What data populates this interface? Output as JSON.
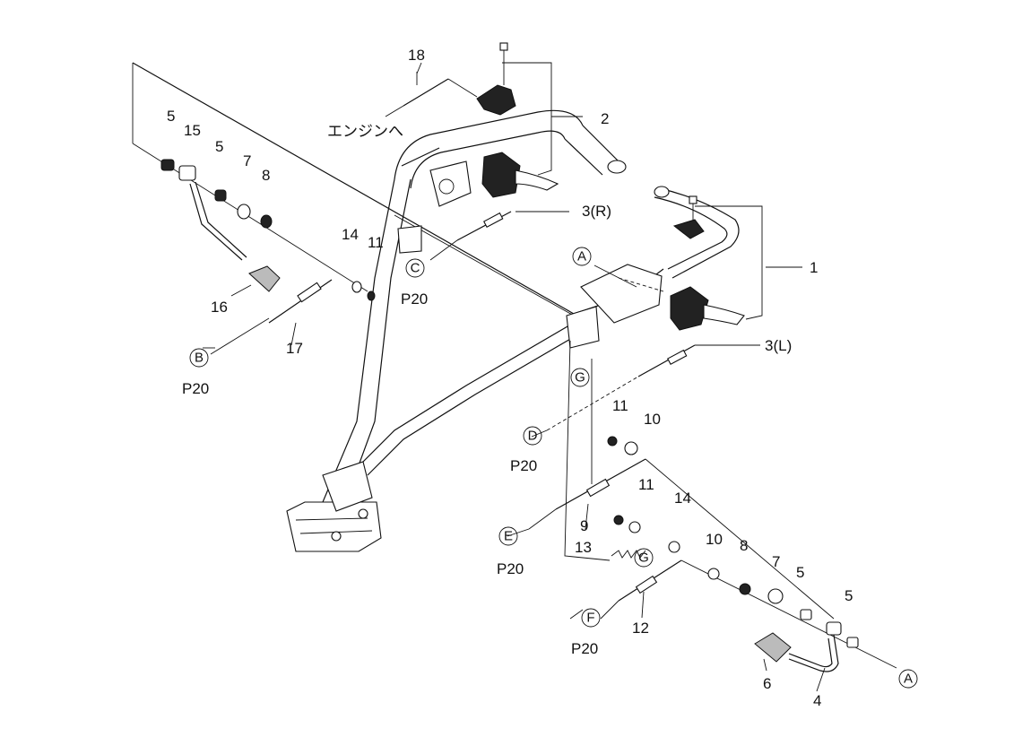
{
  "engine_label": "エンジンへ",
  "callouts": {
    "c1": "1",
    "c2": "2",
    "c3R": "3(R)",
    "c3L": "3(L)",
    "c4": "4",
    "c5a": "5",
    "c5b": "5",
    "c5c": "5",
    "c5d": "5",
    "c6": "6",
    "c7a": "7",
    "c7b": "7",
    "c8a": "8",
    "c8b": "8",
    "c9": "9",
    "c10a": "10",
    "c10b": "10",
    "c11a": "11",
    "c11b": "11",
    "c11c": "11",
    "c12": "12",
    "c13": "13",
    "c14a": "14",
    "c14b": "14",
    "c15": "15",
    "c16": "16",
    "c17": "17",
    "c18": "18"
  },
  "refs": {
    "A1": "A",
    "A2": "A",
    "B": "B",
    "C": "C",
    "D": "D",
    "E": "E",
    "F": "F",
    "G1": "G",
    "G2": "G"
  },
  "pages": {
    "pB": "P20",
    "pC": "P20",
    "pD": "P20",
    "pE": "P20",
    "pF": "P20"
  }
}
